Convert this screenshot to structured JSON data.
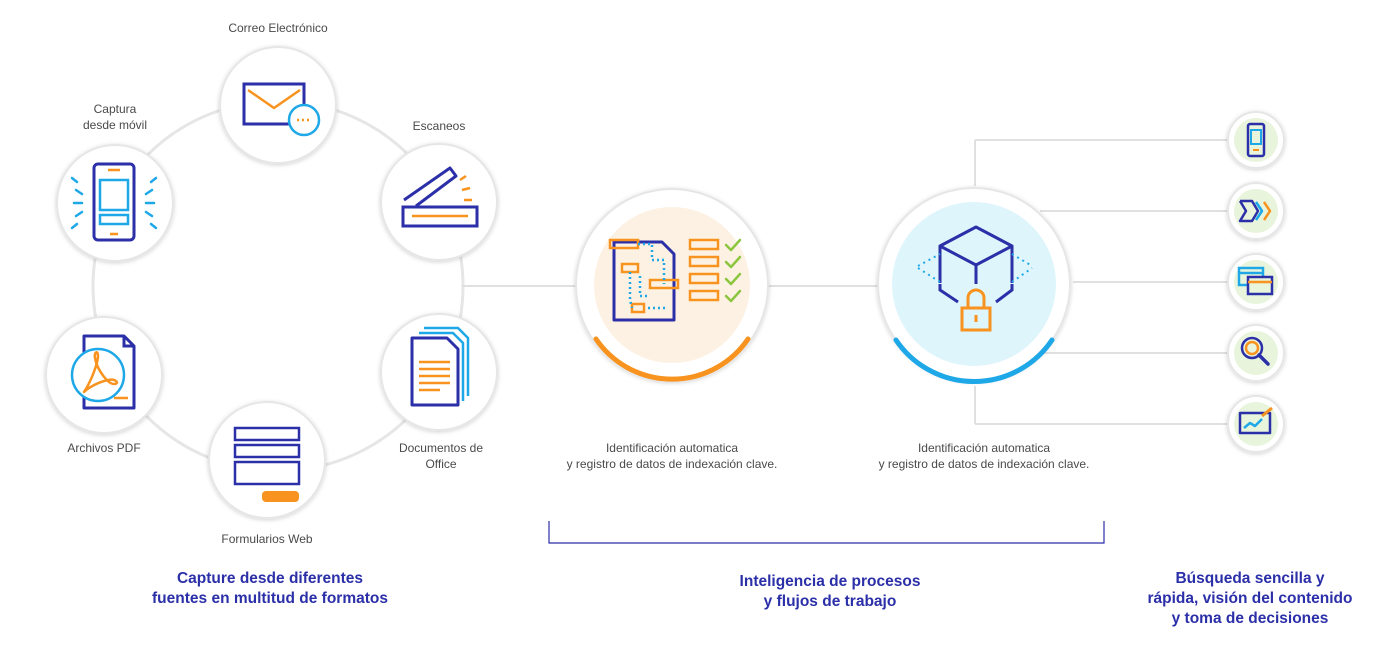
{
  "sources": {
    "email": "Correo Electrónico",
    "mobile": [
      "Captura",
      "desde móvil"
    ],
    "scans": "Escaneos",
    "pdf": "Archivos PDF",
    "web_forms": "Formularios Web",
    "office": [
      "Documentos de",
      "Office"
    ]
  },
  "process": {
    "step1_desc": [
      "Identificación automatica",
      "y registro de datos de indexación clave."
    ],
    "step2_desc": [
      "Identificación automatica",
      "y registro de datos de indexación clave."
    ]
  },
  "captions": {
    "capture": [
      "Capture desde diferentes",
      "fuentes en multitud de formatos"
    ],
    "process": [
      "Inteligencia de procesos",
      "y flujos de trabajo"
    ],
    "search": [
      "Búsqueda sencilla y",
      "rápida, visión del contenido",
      "y toma de decisiones"
    ]
  },
  "outputs": [
    "mobile-icon",
    "workflow-arrows-icon",
    "windows-icon",
    "search-magnifier-icon",
    "chart-screen-icon"
  ],
  "colors": {
    "navy": "#2b2fa8",
    "orange": "#f7931e",
    "blue": "#1ea8e8",
    "green": "#8cc63f",
    "ring": "#e6e6e6"
  }
}
